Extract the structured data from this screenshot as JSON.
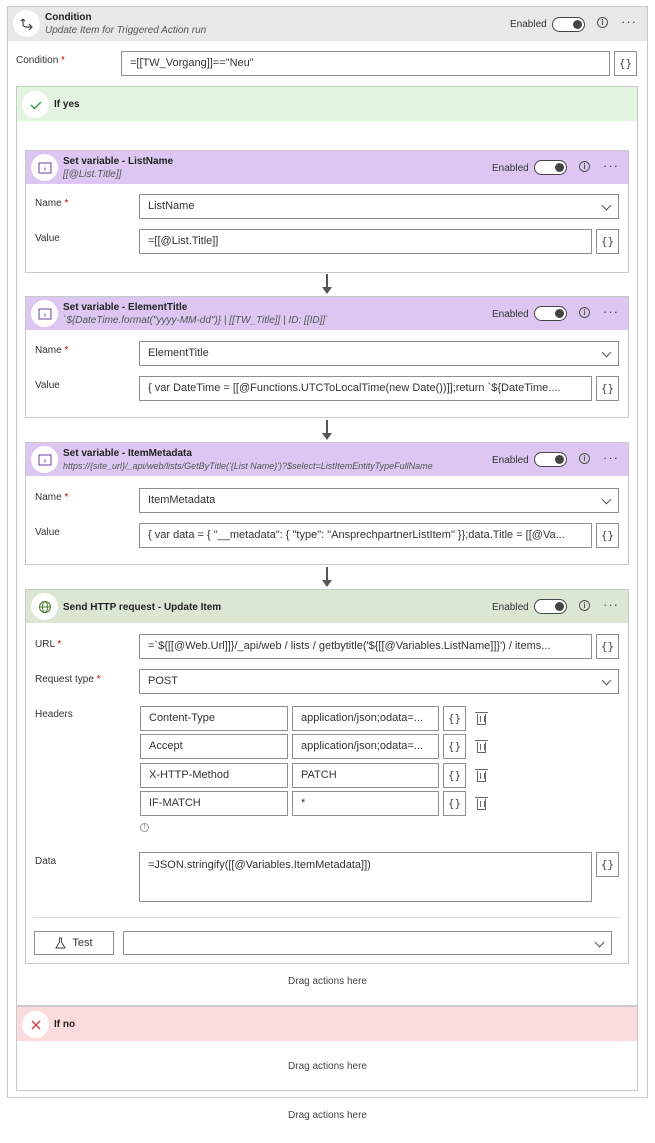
{
  "condition": {
    "title": "Condition",
    "subtitle": "Update Item for Triggered Action run",
    "enabled_label": "Enabled",
    "field_label": "Condition",
    "value": "=[[TW_Vorgang]]==\"Neu\"",
    "expr_label": "{}"
  },
  "if_yes": {
    "label": "If yes"
  },
  "if_no": {
    "label": "If no"
  },
  "actions": [
    {
      "title": "Set variable - ListName",
      "subtitle": "[[@List.Title]]",
      "enabled_label": "Enabled",
      "name_label": "Name",
      "name_value": "ListName",
      "value_label": "Value",
      "value": "=[[@List.Title]]"
    },
    {
      "title": "Set variable - ElementTitle",
      "subtitle": "`${DateTime.format(\"yyyy-MM-dd\")} | [[TW_Title]] | ID: [[ID]]`",
      "enabled_label": "Enabled",
      "name_label": "Name",
      "name_value": "ElementTitle",
      "value_label": "Value",
      "value": "{ var DateTime = [[@Functions.UTCToLocalTime(new Date())]];return `${DateTime...."
    },
    {
      "title": "Set variable - ItemMetadata",
      "subtitle": "https://{site_url}/_api/web/lists/GetByTitle('{List Name}')?$select=ListItemEntityTypeFullName",
      "enabled_label": "Enabled",
      "name_label": "Name",
      "name_value": "ItemMetadata",
      "value_label": "Value",
      "value": "{ var data = {   \"__metadata\": { \"type\": \"AnsprechpartnerListItem\" }};data.Title = [[@Va..."
    }
  ],
  "http": {
    "title": "Send HTTP request - Update Item",
    "enabled_label": "Enabled",
    "url_label": "URL",
    "url_value": "=`${[[@Web.Url]]}/_api/web / lists / getbytitle('${[[@Variables.ListName]]}') / items...",
    "request_type_label": "Request type",
    "request_type_value": "POST",
    "headers_label": "Headers",
    "headers": [
      {
        "key": "Content-Type",
        "value": "application/json;odata=..."
      },
      {
        "key": "Accept",
        "value": "application/json;odata=..."
      },
      {
        "key": "X-HTTP-Method",
        "value": "PATCH"
      },
      {
        "key": "IF-MATCH",
        "value": "*"
      }
    ],
    "data_label": "Data",
    "data_value": "=JSON.stringify([[@Variables.ItemMetadata]])",
    "test_label": "Test",
    "test_select_value": ""
  },
  "drag_yes": "Drag actions here",
  "drag_no": "Drag actions here",
  "drag_outer": "Drag actions here",
  "colors": {
    "purple_header": "#ddc7f2",
    "green_header": "#dbe7d3",
    "if_yes_bg": "#e3f4e1",
    "if_no_bg": "#fbdcdc"
  }
}
